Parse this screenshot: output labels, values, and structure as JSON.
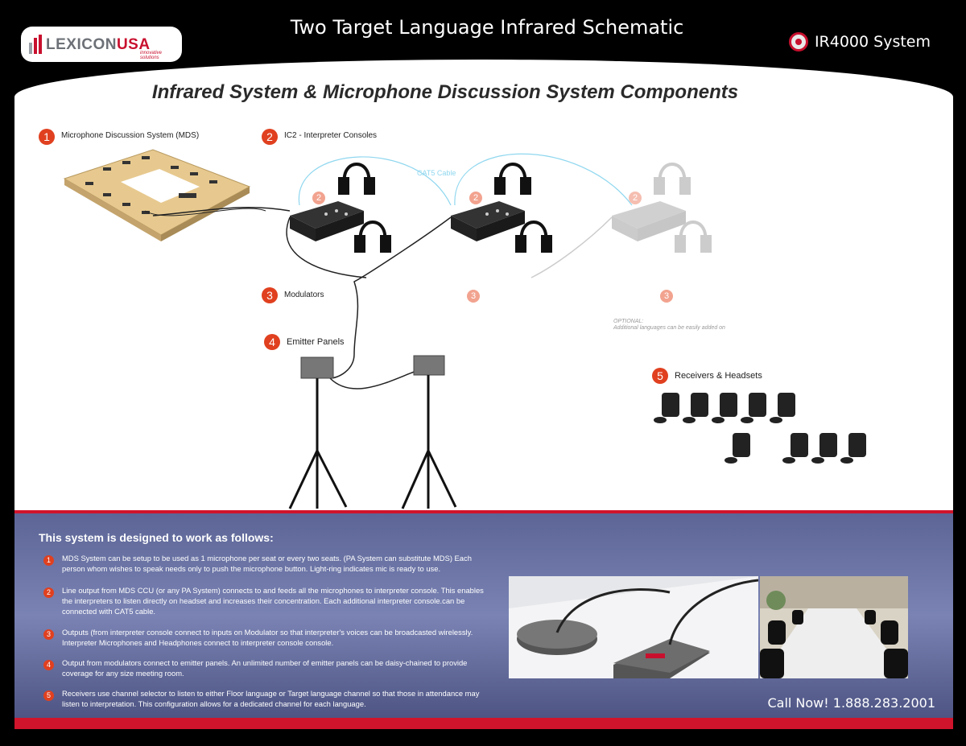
{
  "header": {
    "title": "Two Target  Language Infrared Schematic",
    "logo_text_a": "LEXICON",
    "logo_text_b": "USA",
    "logo_tagline": "innovative solutions",
    "system_name": "IR4000 System"
  },
  "subtitle": "Infrared System & Microphone Discussion System Components",
  "components": {
    "c1": {
      "number": "1",
      "label": "Microphone Discussion System (MDS)"
    },
    "c2": {
      "number": "2",
      "label": "IC2 - Interpreter Consoles"
    },
    "c3": {
      "number": "3",
      "label": "Modulators"
    },
    "c4": {
      "number": "4",
      "label": "Emitter Panels"
    },
    "c5": {
      "number": "5",
      "label": "Receivers & Headsets"
    }
  },
  "cable_label": "CAT5 Cable",
  "console_number": "2",
  "modulator_number": "3",
  "optional_note": {
    "line1": "OPTIONAL:",
    "line2": "Additional languages can be easily added on"
  },
  "how_it_works": {
    "title": "This system is designed to work as follows:",
    "steps": [
      {
        "number": "1",
        "text": "MDS System can be setup to be used as 1 microphone per seat or every two seats. (PA System can substitute MDS) Each person whom wishes to speak needs only to push the microphone button. Light-ring indicates mic is ready to use."
      },
      {
        "number": "2",
        "text": "Line output from MDS CCU (or any PA System) connects to and feeds all the microphones to  interpreter console. This enables the interpreters to listen directly on headset and increases their concentration. Each additional interpreter console.can be connected with CAT5 cable."
      },
      {
        "number": "3",
        "text": "Outputs (from interpreter console connect to inputs on Modulator so that interpreter's voices can be broadcasted wirelessly.  Interpreter Microphones and Headphones connect to interpreter console console."
      },
      {
        "number": "4",
        "text": "Output from modulators connect to emitter panels. An unlimited number of emitter panels can be daisy-chained to provide coverage for any size meeting room."
      },
      {
        "number": "5",
        "text": "Receivers use channel selector to listen to either Floor language or Target language channel so that those in attendance may listen to interpretation. This configuration allows for a dedicated channel for each language."
      }
    ]
  },
  "call_to_action": "Call Now!  1.888.283.2001",
  "colors": {
    "accent_red": "#d0142c",
    "badge_orange": "#e0401f",
    "panel_blue": "#6a73a5",
    "cable_blue": "#8fd7ef"
  },
  "icons": [
    "headset-icon",
    "interpreter-console-icon",
    "emitter-panel-icon",
    "tripod-icon",
    "receiver-icon",
    "conference-table-icon"
  ]
}
